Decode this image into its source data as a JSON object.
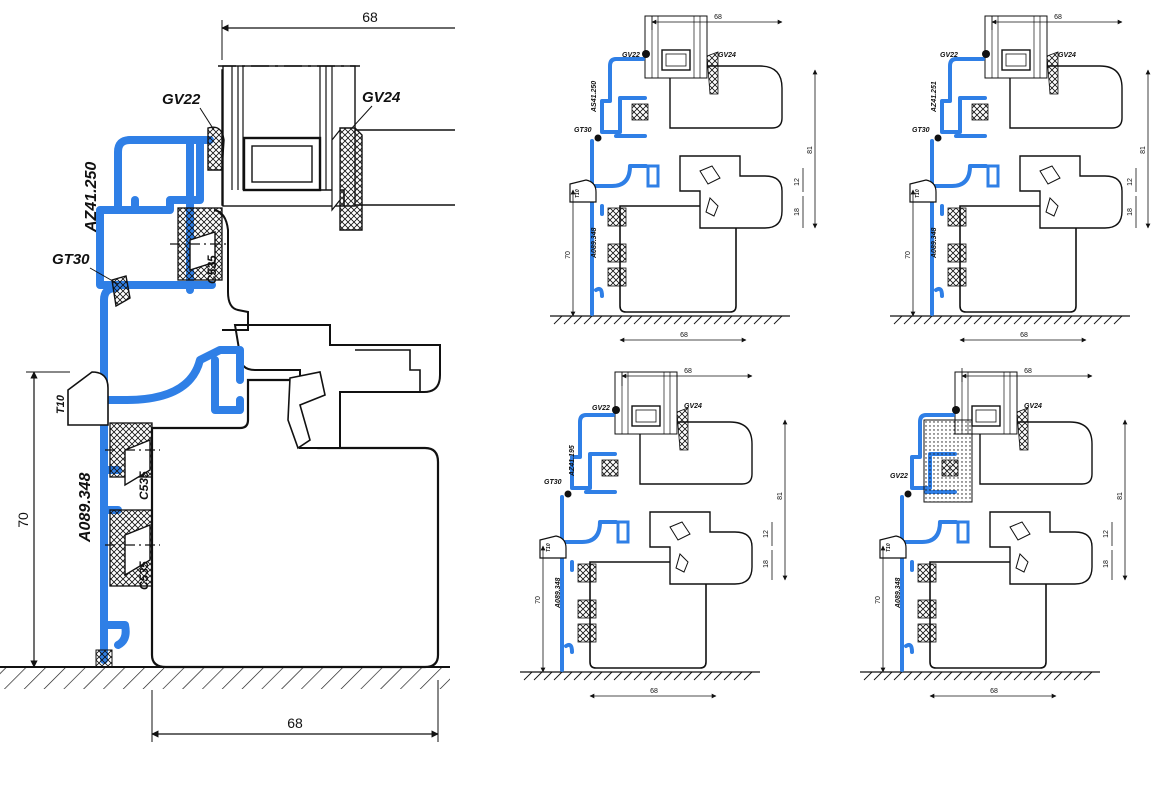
{
  "drawings": [
    {
      "id": "main",
      "dims": {
        "top": "68",
        "bottom": "68",
        "height": "70"
      },
      "labels": {
        "sash_profile": "AZ41.250",
        "frame_profile": "A089.348",
        "gasket_outer": "GV22",
        "gasket_inner": "GV24",
        "gasket_mid": "GT30",
        "drip": "T10",
        "insulation_top": "C535",
        "insulation_a": "C535",
        "insulation_b": "C535"
      }
    },
    {
      "id": "variant-1",
      "dims": {
        "top": "68",
        "bottom": "68",
        "height": "70",
        "right": "81",
        "r1": "12",
        "r2": "18"
      },
      "labels": {
        "sash_profile": "AS41.250",
        "frame_profile": "A089.348",
        "gasket_outer": "GV22",
        "gasket_inner": "GV24",
        "gasket_mid": "GT30",
        "drip": "T10"
      }
    },
    {
      "id": "variant-2",
      "dims": {
        "top": "68",
        "bottom": "68",
        "height": "70",
        "right": "81",
        "r1": "12",
        "r2": "18"
      },
      "labels": {
        "sash_profile": "AZ41.251",
        "frame_profile": "A089.348",
        "gasket_outer": "GV22",
        "gasket_inner": "GV24",
        "gasket_mid": "GT30",
        "drip": "T10"
      }
    },
    {
      "id": "variant-3",
      "dims": {
        "top": "68",
        "bottom": "68",
        "height": "70",
        "right": "81",
        "r1": "12",
        "r2": "18"
      },
      "labels": {
        "sash_profile": "AZ41.195",
        "frame_profile": "A089.348",
        "gasket_outer": "GV22",
        "gasket_inner": "GV24",
        "gasket_mid": "GT30",
        "drip": "T10"
      }
    },
    {
      "id": "variant-4",
      "dims": {
        "top": "68",
        "bottom": "68",
        "height": "70",
        "right": "81",
        "r1": "12",
        "r2": "18"
      },
      "labels": {
        "frame_profile": "A089.348",
        "gasket_outer": "GV22",
        "gasket_inner": "GV24",
        "drip": "T10"
      }
    }
  ],
  "colors": {
    "aluminium_profile": "#2f7fe6",
    "line": "#111111"
  }
}
